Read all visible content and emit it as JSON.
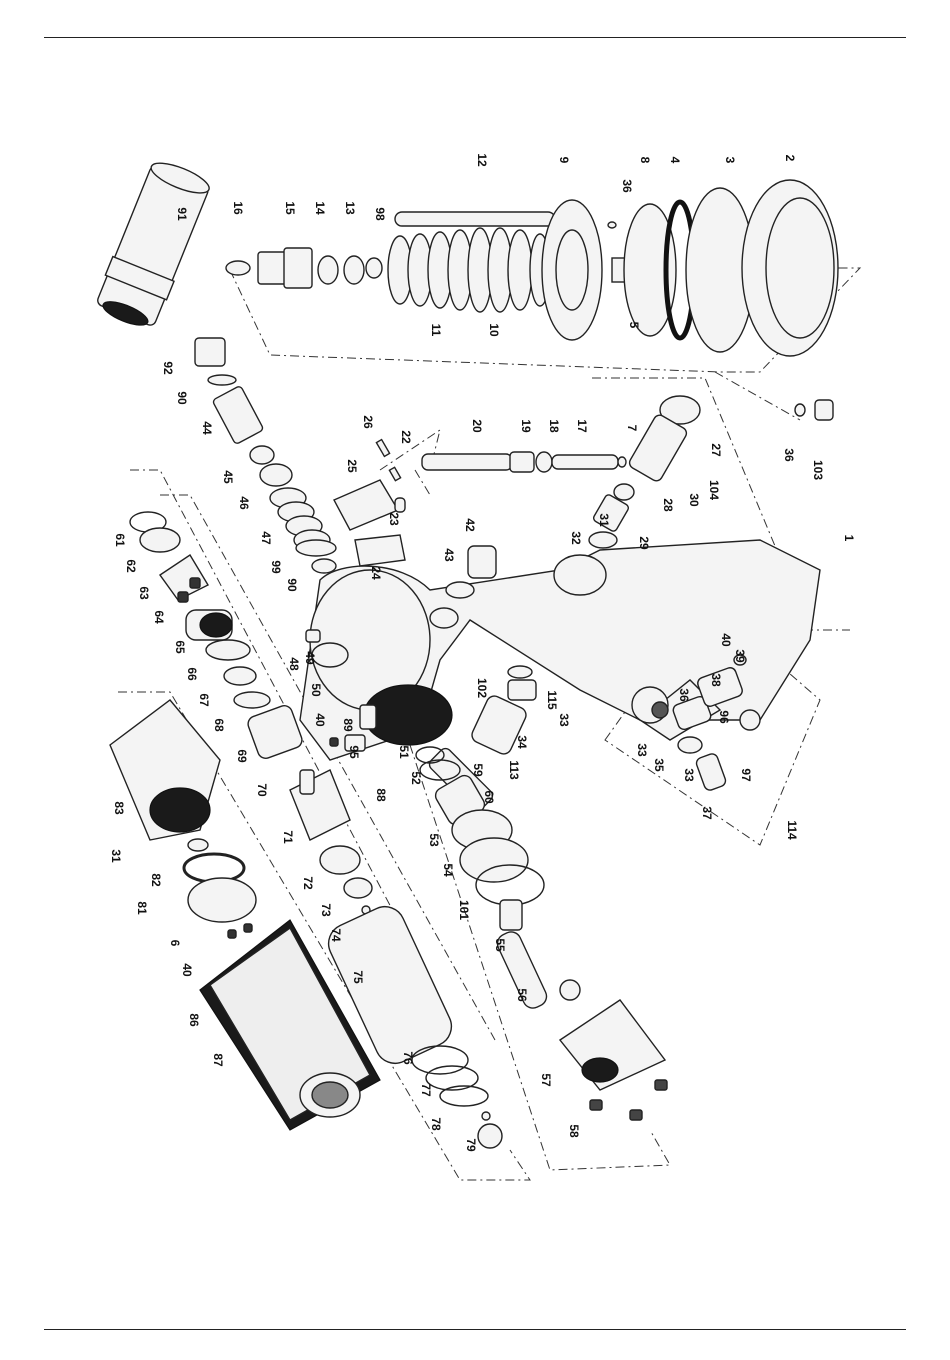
{
  "figure": {
    "type": "exploded-parts-diagram",
    "labels": [
      {
        "id": "l1",
        "text": "1"
      },
      {
        "id": "l2",
        "text": "2"
      },
      {
        "id": "l3",
        "text": "3"
      },
      {
        "id": "l4",
        "text": "4"
      },
      {
        "id": "l5",
        "text": "5"
      },
      {
        "id": "l6",
        "text": "6"
      },
      {
        "id": "l7",
        "text": "7"
      },
      {
        "id": "l8",
        "text": "8"
      },
      {
        "id": "l9",
        "text": "9"
      },
      {
        "id": "l10",
        "text": "10"
      },
      {
        "id": "l11",
        "text": "11"
      },
      {
        "id": "l12",
        "text": "12"
      },
      {
        "id": "l13",
        "text": "13"
      },
      {
        "id": "l14",
        "text": "14"
      },
      {
        "id": "l15",
        "text": "15"
      },
      {
        "id": "l16",
        "text": "16"
      },
      {
        "id": "l17",
        "text": "17"
      },
      {
        "id": "l18",
        "text": "18"
      },
      {
        "id": "l19",
        "text": "19"
      },
      {
        "id": "l20",
        "text": "20"
      },
      {
        "id": "l22",
        "text": "22"
      },
      {
        "id": "l23",
        "text": "23"
      },
      {
        "id": "l24",
        "text": "24"
      },
      {
        "id": "l25",
        "text": "25"
      },
      {
        "id": "l26",
        "text": "26"
      },
      {
        "id": "l27",
        "text": "27"
      },
      {
        "id": "l28",
        "text": "28"
      },
      {
        "id": "l29",
        "text": "29"
      },
      {
        "id": "l30",
        "text": "30"
      },
      {
        "id": "l31a",
        "text": "31"
      },
      {
        "id": "l31b",
        "text": "31"
      },
      {
        "id": "l32",
        "text": "32"
      },
      {
        "id": "l33a",
        "text": "33"
      },
      {
        "id": "l33b",
        "text": "33"
      },
      {
        "id": "l33c",
        "text": "33"
      },
      {
        "id": "l34",
        "text": "34"
      },
      {
        "id": "l35",
        "text": "35"
      },
      {
        "id": "l36a",
        "text": "36"
      },
      {
        "id": "l36b",
        "text": "36"
      },
      {
        "id": "l36c",
        "text": "36"
      },
      {
        "id": "l37",
        "text": "37"
      },
      {
        "id": "l38",
        "text": "38"
      },
      {
        "id": "l39",
        "text": "39"
      },
      {
        "id": "l40a",
        "text": "40"
      },
      {
        "id": "l40b",
        "text": "40"
      },
      {
        "id": "l40c",
        "text": "40"
      },
      {
        "id": "l42",
        "text": "42"
      },
      {
        "id": "l43",
        "text": "43"
      },
      {
        "id": "l44",
        "text": "44"
      },
      {
        "id": "l45",
        "text": "45"
      },
      {
        "id": "l46",
        "text": "46"
      },
      {
        "id": "l47",
        "text": "47"
      },
      {
        "id": "l48",
        "text": "48"
      },
      {
        "id": "l49",
        "text": "49"
      },
      {
        "id": "l50",
        "text": "50"
      },
      {
        "id": "l51",
        "text": "51"
      },
      {
        "id": "l52",
        "text": "52"
      },
      {
        "id": "l53",
        "text": "53"
      },
      {
        "id": "l54",
        "text": "54"
      },
      {
        "id": "l55",
        "text": "55"
      },
      {
        "id": "l56",
        "text": "56"
      },
      {
        "id": "l57",
        "text": "57"
      },
      {
        "id": "l58",
        "text": "58"
      },
      {
        "id": "l59",
        "text": "59"
      },
      {
        "id": "l60",
        "text": "60"
      },
      {
        "id": "l61",
        "text": "61"
      },
      {
        "id": "l62",
        "text": "62"
      },
      {
        "id": "l63",
        "text": "63"
      },
      {
        "id": "l64",
        "text": "64"
      },
      {
        "id": "l65",
        "text": "65"
      },
      {
        "id": "l66",
        "text": "66"
      },
      {
        "id": "l67",
        "text": "67"
      },
      {
        "id": "l68",
        "text": "68"
      },
      {
        "id": "l69",
        "text": "69"
      },
      {
        "id": "l70",
        "text": "70"
      },
      {
        "id": "l71",
        "text": "71"
      },
      {
        "id": "l72",
        "text": "72"
      },
      {
        "id": "l73",
        "text": "73"
      },
      {
        "id": "l74",
        "text": "74"
      },
      {
        "id": "l75",
        "text": "75"
      },
      {
        "id": "l76",
        "text": "76"
      },
      {
        "id": "l77",
        "text": "77"
      },
      {
        "id": "l78",
        "text": "78"
      },
      {
        "id": "l79",
        "text": "79"
      },
      {
        "id": "l81",
        "text": "81"
      },
      {
        "id": "l82",
        "text": "82"
      },
      {
        "id": "l83",
        "text": "83"
      },
      {
        "id": "l86",
        "text": "86"
      },
      {
        "id": "l87",
        "text": "87"
      },
      {
        "id": "l88",
        "text": "88"
      },
      {
        "id": "l89",
        "text": "89"
      },
      {
        "id": "l90a",
        "text": "90"
      },
      {
        "id": "l90b",
        "text": "90"
      },
      {
        "id": "l91",
        "text": "91"
      },
      {
        "id": "l92",
        "text": "92"
      },
      {
        "id": "l95",
        "text": "95"
      },
      {
        "id": "l96",
        "text": "96"
      },
      {
        "id": "l97",
        "text": "97"
      },
      {
        "id": "l98",
        "text": "98"
      },
      {
        "id": "l99",
        "text": "99"
      },
      {
        "id": "l101",
        "text": "101"
      },
      {
        "id": "l102",
        "text": "102"
      },
      {
        "id": "l103",
        "text": "103"
      },
      {
        "id": "l104",
        "text": "104"
      },
      {
        "id": "l113",
        "text": "113"
      },
      {
        "id": "l114",
        "text": "114"
      },
      {
        "id": "l115",
        "text": "115"
      }
    ]
  }
}
